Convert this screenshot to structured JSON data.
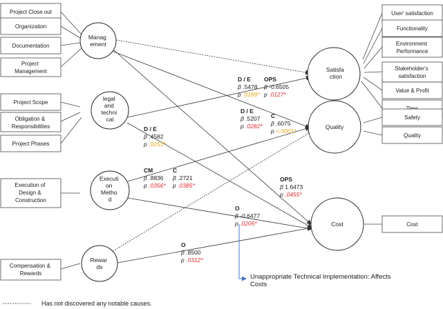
{
  "left_items": [
    {
      "lines": [
        "Project Close out"
      ]
    },
    {
      "lines": [
        "Organization"
      ]
    },
    {
      "lines": [
        "Documentation"
      ]
    },
    {
      "lines": [
        "Project",
        "Management"
      ]
    },
    {
      "lines": [
        "Project Scope"
      ]
    },
    {
      "lines": [
        "Obligation &",
        "Responsibilities"
      ]
    },
    {
      "lines": [
        "Project Phases"
      ]
    },
    {
      "lines": [
        "Execution of",
        "Design &",
        "Construction"
      ]
    },
    {
      "lines": [
        "Compensation &",
        "Rewards"
      ]
    }
  ],
  "cause_nodes": [
    {
      "lines": [
        "Manag",
        "ement"
      ]
    },
    {
      "lines": [
        "legal",
        "and",
        "techni",
        "cal"
      ]
    },
    {
      "lines": [
        "Executi",
        "on",
        "Metho",
        "d"
      ]
    },
    {
      "lines": [
        "Rewar",
        "ds"
      ]
    }
  ],
  "outcome_nodes": [
    {
      "lines": [
        "Satisfa",
        "ction"
      ]
    },
    {
      "lines": [
        "Quality"
      ]
    },
    {
      "lines": [
        "Cost"
      ]
    }
  ],
  "right_items": [
    {
      "lines": [
        "User' satisfaction"
      ]
    },
    {
      "lines": [
        "Functionality"
      ]
    },
    {
      "lines": [
        "Environment",
        "Performance"
      ]
    },
    {
      "lines": [
        "Stakeholder's",
        "satisfaction"
      ]
    },
    {
      "lines": [
        "Value & Profit"
      ]
    },
    {
      "lines": [
        "Time"
      ]
    },
    {
      "lines": [
        "Safety"
      ]
    },
    {
      "lines": [
        "Quality"
      ]
    },
    {
      "lines": [
        "Cost"
      ]
    }
  ],
  "stats": [
    {
      "header": "D / E",
      "beta": ".5478",
      "p": ".0189*",
      "p_color": "#e8a317"
    },
    {
      "header": "OPS",
      "beta": "-0.6505",
      "p": ".0127*",
      "p_color": "#e0282e"
    },
    {
      "header": "D / E",
      "beta": ".5207",
      "p": ".0282*",
      "p_color": "#e0282e"
    },
    {
      "header": "C",
      "beta": ".6075",
      "p": "<.0001*",
      "p_color": "#e8a317"
    },
    {
      "header": "D / E",
      "beta": ".4582",
      "p": ".0253*",
      "p_color": "#e8a317"
    },
    {
      "header": "CM",
      "beta": ".8836",
      "p": ".0356*",
      "p_color": "#e0282e"
    },
    {
      "header": "C",
      "beta": ".2721",
      "p": ".0385*",
      "p_color": "#e0282e"
    },
    {
      "header": "OPS",
      "beta": "1.6473",
      "p": ".0455*",
      "p_color": "#e0282e"
    },
    {
      "header": "O",
      "beta": "-0.6477",
      "p": ".0205*",
      "p_color": "#e0282e"
    },
    {
      "header": "O",
      "beta": ".8500",
      "p": ".0312*",
      "p_color": "#e0282e"
    }
  ],
  "symbols": {
    "beta": "β",
    "p": "p"
  },
  "annotation": {
    "lines": [
      "Unappropriate Technical Implementation: Affects",
      "Costs"
    ],
    "arrow_color": "#4472c4"
  },
  "legend": {
    "text": "Has not discovered any notable causes."
  }
}
